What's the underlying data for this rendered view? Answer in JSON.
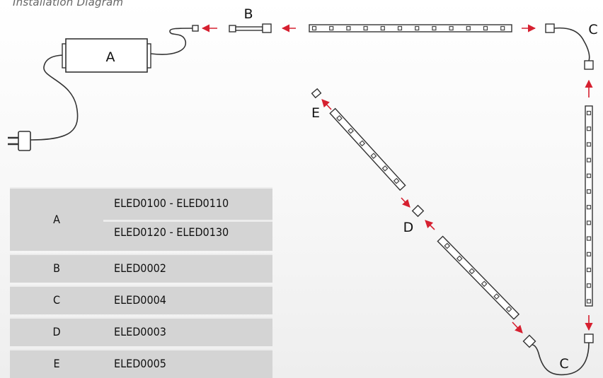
{
  "title": "Installation Diagram",
  "labels": {
    "a": "A",
    "b": "B",
    "c_top": "C",
    "c_bottom": "C",
    "d": "D",
    "e": "E"
  },
  "parts_table": [
    {
      "letter": "A",
      "codes": [
        "ELED0100 - ELED0110",
        "ELED0120 - ELED0130"
      ]
    },
    {
      "letter": "B",
      "codes": [
        "ELED0002"
      ]
    },
    {
      "letter": "C",
      "codes": [
        "ELED0004"
      ]
    },
    {
      "letter": "D",
      "codes": [
        "ELED0003"
      ]
    },
    {
      "letter": "E",
      "codes": [
        "ELED0005"
      ]
    }
  ],
  "colors": {
    "arrow": "#d62030",
    "line": "#333333",
    "table_bg": "#d4d4d4"
  }
}
